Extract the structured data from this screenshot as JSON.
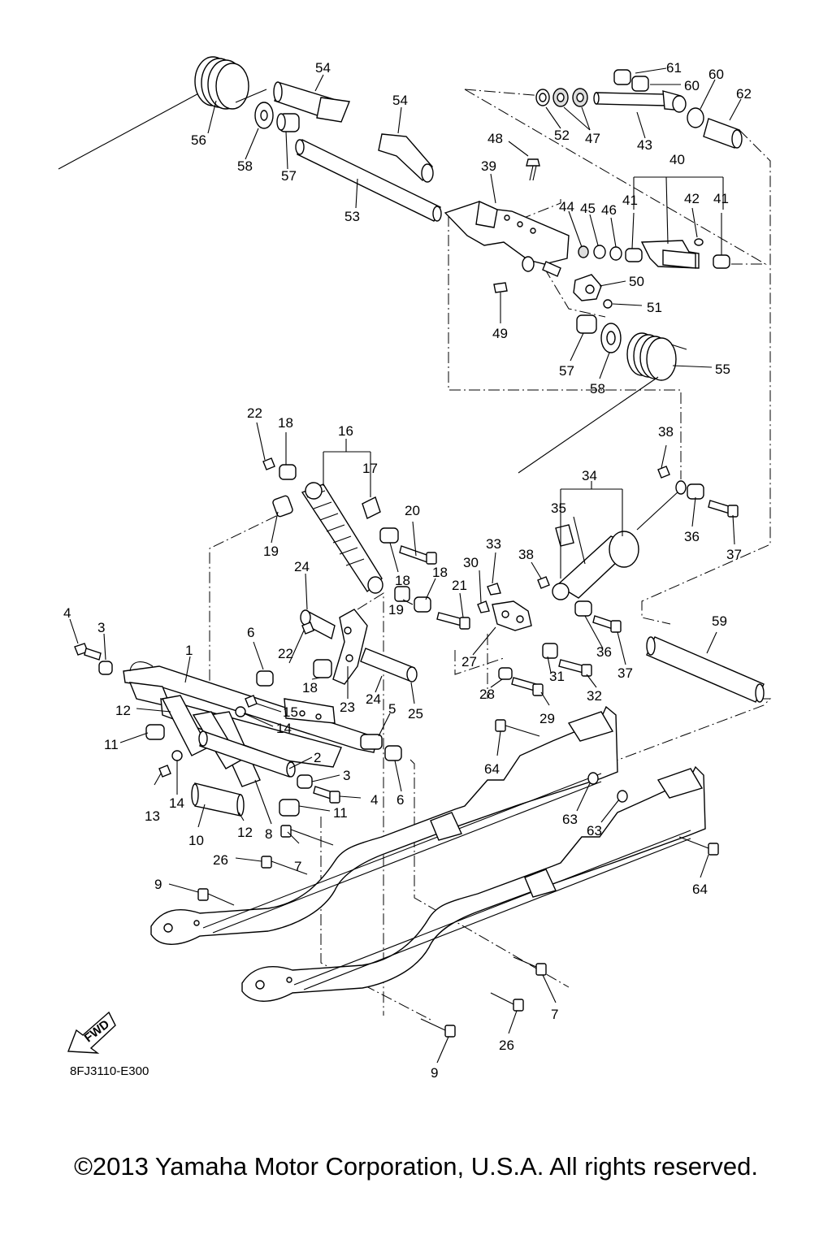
{
  "diagram_code": "8FJ3110-E300",
  "fwd_label": "FWD",
  "copyright": "©2013 Yamaha Motor Corporation, U.S.A. All rights reserved.",
  "callouts": [
    "61",
    "60",
    "60",
    "62",
    "54",
    "54",
    "56",
    "58",
    "57",
    "53",
    "52",
    "47",
    "43",
    "48",
    "39",
    "40",
    "41",
    "42",
    "41",
    "44",
    "45",
    "46",
    "50",
    "51",
    "49",
    "57",
    "58",
    "55",
    "22",
    "18",
    "16",
    "17",
    "19",
    "20",
    "18",
    "18",
    "19",
    "21",
    "38",
    "34",
    "35",
    "36",
    "37",
    "33",
    "30",
    "38",
    "24",
    "27",
    "36",
    "37",
    "4",
    "3",
    "1",
    "6",
    "22",
    "18",
    "23",
    "24",
    "25",
    "28",
    "31",
    "32",
    "29",
    "59",
    "12",
    "15",
    "14",
    "11",
    "5",
    "2",
    "3",
    "4",
    "6",
    "14",
    "13",
    "10",
    "12",
    "8",
    "11",
    "7",
    "26",
    "9",
    "64",
    "63",
    "63",
    "64",
    "7",
    "26",
    "9"
  ]
}
